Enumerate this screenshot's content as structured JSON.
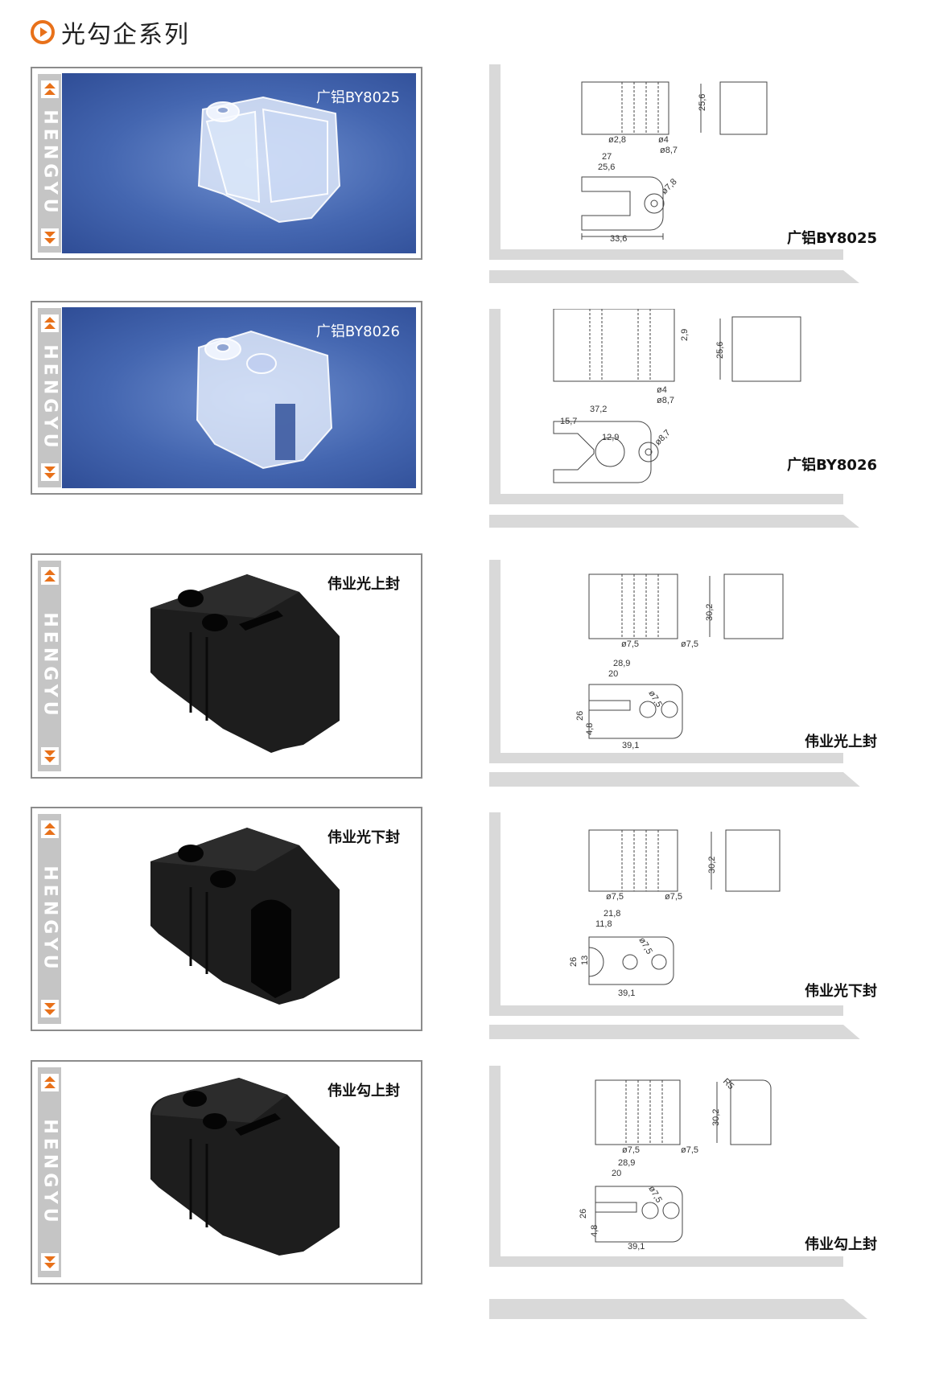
{
  "header": {
    "title": "光勾企系列"
  },
  "brand": {
    "text": "HENGYU"
  },
  "products": [
    {
      "name": "广铝BY8025",
      "photo_bg": "blue",
      "drawing_label": "广铝BY8025",
      "dims": [
        "25,6",
        "ø2,8",
        "ø4",
        "ø8,7",
        "27",
        "25,6",
        "ø7,8",
        "33,6"
      ]
    },
    {
      "name": "广铝BY8026",
      "photo_bg": "blue",
      "drawing_label": "广铝BY8026",
      "dims": [
        "25,6",
        "2,9",
        "ø4",
        "ø8,7",
        "37,2",
        "15,7",
        "12,9",
        "ø8,7"
      ]
    },
    {
      "name": "伟业光上封",
      "photo_bg": "white",
      "drawing_label": "伟业光上封",
      "dims": [
        "30,2",
        "ø7,5",
        "ø7,5",
        "28,9",
        "20",
        "ø7,5",
        "26",
        "4,8",
        "39,1"
      ]
    },
    {
      "name": "伟业光下封",
      "photo_bg": "white",
      "drawing_label": "伟业光下封",
      "dims": [
        "30,2",
        "ø7,5",
        "ø7,5",
        "21,8",
        "11,8",
        "ø7,5",
        "26",
        "13",
        "39,1"
      ]
    },
    {
      "name": "伟业勾上封",
      "photo_bg": "white",
      "drawing_label": "伟业勾上封",
      "dims": [
        "R5",
        "30,2",
        "ø7,5",
        "ø7,5",
        "28,9",
        "20",
        "ø7,5",
        "26",
        "4,8",
        "39,1"
      ]
    }
  ],
  "colors": {
    "accent": "#e8711a",
    "frame": "#8c8c8c",
    "strip": "#c5c5c5",
    "drawing_line": "#444444",
    "photo_blue": "#4466b0"
  }
}
